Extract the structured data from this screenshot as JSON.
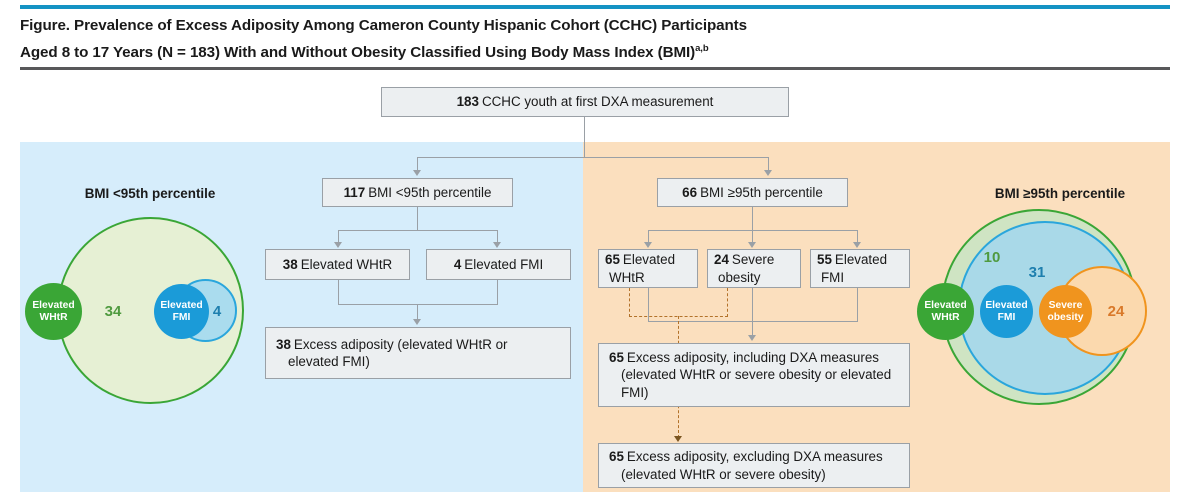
{
  "figure": {
    "title_line1": "Figure. Prevalence of Excess Adiposity Among Cameron County Hispanic Cohort (CCHC) Participants",
    "title_line2_main": "Aged 8 to 17 Years (N = 183) With and Without Obesity Classified Using Body Mass Index (BMI)",
    "title_line2_sup": "a,b"
  },
  "colors": {
    "teal_rule": "#1593c4",
    "dark_rule": "#58585a",
    "panel_left_bg": "#d6edfb",
    "panel_right_bg": "#fbdfbe",
    "box_bg": "#eceff1",
    "box_border": "#9aa0a6",
    "green": "#3aa636",
    "blue": "#1b9bd8",
    "orange": "#f0941e",
    "green_fill": "#e6f0d4",
    "blue_fill": "#aadcee",
    "orange_fill": "#fbd9ae",
    "dashed": "#b2722a"
  },
  "flow": {
    "root": {
      "count": "183",
      "label": "CCHC youth at first DXA measurement"
    },
    "left": {
      "level1": {
        "count": "117",
        "label": "BMI <95th percentile"
      },
      "level2": [
        {
          "count": "38",
          "label": "Elevated WHtR"
        },
        {
          "count": "4",
          "label": "Elevated FMI"
        }
      ],
      "level3": {
        "count": "38",
        "label": "Excess adiposity (elevated WHtR or elevated FMI)"
      }
    },
    "right": {
      "level1": {
        "count": "66",
        "label": "BMI ≥95th percentile"
      },
      "level2": [
        {
          "count": "65",
          "label": "Elevated WHtR"
        },
        {
          "count": "24",
          "label": "Severe obesity"
        },
        {
          "count": "55",
          "label": "Elevated FMI"
        }
      ],
      "level3": {
        "count": "65",
        "label": "Excess adiposity, including DXA measures (elevated WHtR or severe obesity or elevated FMI)"
      },
      "level4": {
        "count": "65",
        "label": "Excess adiposity, excluding DXA measures (elevated WHtR or severe obesity)"
      }
    }
  },
  "venn_left": {
    "title": "BMI <95th percentile",
    "circles": [
      {
        "name": "whtr",
        "label": "Elevated WHtR",
        "color": "#3aa636"
      },
      {
        "name": "fmi",
        "label": "Elevated FMI",
        "color": "#1b9bd8"
      }
    ],
    "counts": [
      {
        "name": "green-count",
        "value": "34",
        "color": "#4f9a3f"
      },
      {
        "name": "blue-count",
        "value": "4",
        "color": "#1e7fae"
      }
    ]
  },
  "venn_right": {
    "title": "BMI ≥95th percentile",
    "circles": [
      {
        "name": "whtr",
        "label": "Elevated WHtR",
        "color": "#3aa636"
      },
      {
        "name": "fmi",
        "label": "Elevated FMI",
        "color": "#1b9bd8"
      },
      {
        "name": "severe-obesity",
        "label": "Severe obesity",
        "color": "#f0941e"
      }
    ],
    "counts": [
      {
        "name": "green-count",
        "value": "10",
        "color": "#4f9a3f"
      },
      {
        "name": "blue-count",
        "value": "31",
        "color": "#1e7fae"
      },
      {
        "name": "orange-count",
        "value": "24",
        "color": "#d9792a"
      }
    ]
  }
}
